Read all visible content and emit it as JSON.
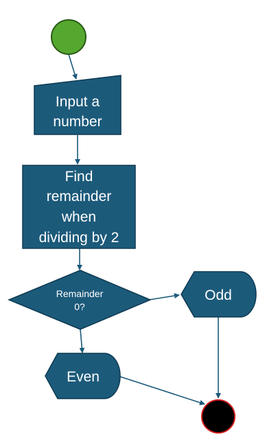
{
  "colors": {
    "node_fill": "#1c5a7a",
    "node_stroke": "#0e3a52",
    "edge": "#1c5a7a",
    "start_fill": "#55a82f",
    "start_stroke": "#2a5a18",
    "end_fill": "#000000",
    "end_stroke": "#d11a1a",
    "text": "#ffffff"
  },
  "nodes": {
    "start": {
      "shape": "circle"
    },
    "input": {
      "shape": "manual-input",
      "lines": [
        "Input a",
        "number"
      ]
    },
    "process": {
      "shape": "rectangle",
      "lines": [
        "Find",
        "remainder",
        "when",
        "dividing by 2"
      ]
    },
    "decision": {
      "shape": "diamond",
      "lines": [
        "Remainder",
        "0?"
      ]
    },
    "odd": {
      "shape": "display",
      "lines": [
        "Odd"
      ]
    },
    "even": {
      "shape": "display",
      "lines": [
        "Even"
      ]
    },
    "end": {
      "shape": "circle"
    }
  },
  "edges": [
    {
      "from": "start",
      "to": "input"
    },
    {
      "from": "input",
      "to": "process"
    },
    {
      "from": "process",
      "to": "decision"
    },
    {
      "from": "decision",
      "to": "odd"
    },
    {
      "from": "decision",
      "to": "even"
    },
    {
      "from": "odd",
      "to": "end"
    },
    {
      "from": "even",
      "to": "end"
    }
  ]
}
